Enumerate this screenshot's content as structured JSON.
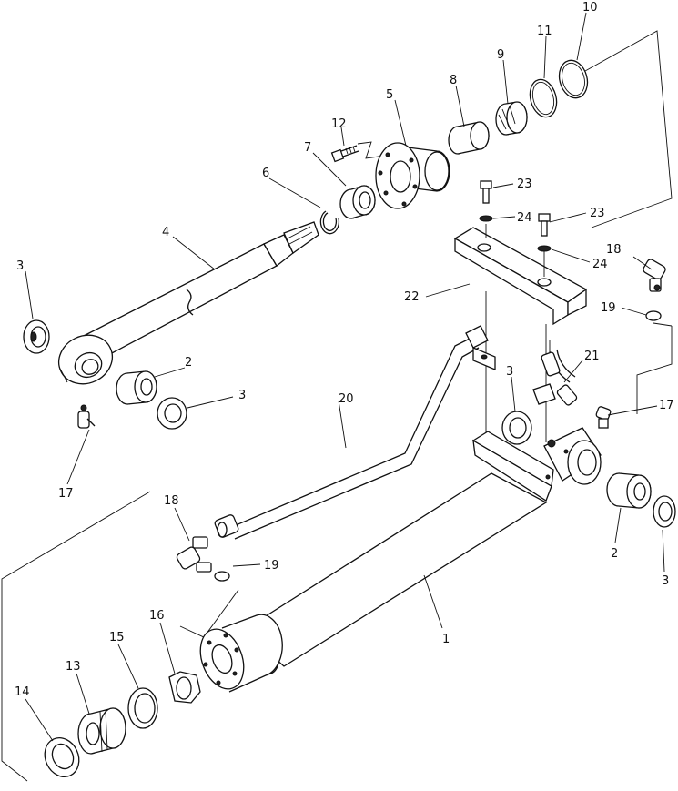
{
  "diagram": {
    "callouts": [
      {
        "id": "c1",
        "text": "1"
      },
      {
        "id": "c2a",
        "text": "2"
      },
      {
        "id": "c2b",
        "text": "2"
      },
      {
        "id": "c3a",
        "text": "3"
      },
      {
        "id": "c3b",
        "text": "3"
      },
      {
        "id": "c3c",
        "text": "3"
      },
      {
        "id": "c3d",
        "text": "3"
      },
      {
        "id": "c4",
        "text": "4"
      },
      {
        "id": "c5",
        "text": "5"
      },
      {
        "id": "c6",
        "text": "6"
      },
      {
        "id": "c7",
        "text": "7"
      },
      {
        "id": "c8",
        "text": "8"
      },
      {
        "id": "c9",
        "text": "9"
      },
      {
        "id": "c10",
        "text": "10"
      },
      {
        "id": "c11",
        "text": "11"
      },
      {
        "id": "c12",
        "text": "12"
      },
      {
        "id": "c13",
        "text": "13"
      },
      {
        "id": "c14",
        "text": "14"
      },
      {
        "id": "c15",
        "text": "15"
      },
      {
        "id": "c16",
        "text": "16"
      },
      {
        "id": "c17a",
        "text": "17"
      },
      {
        "id": "c17b",
        "text": "17"
      },
      {
        "id": "c18a",
        "text": "18"
      },
      {
        "id": "c18b",
        "text": "18"
      },
      {
        "id": "c19a",
        "text": "19"
      },
      {
        "id": "c19b",
        "text": "19"
      },
      {
        "id": "c20",
        "text": "20"
      },
      {
        "id": "c21",
        "text": "21"
      },
      {
        "id": "c22",
        "text": "22"
      },
      {
        "id": "c23a",
        "text": "23"
      },
      {
        "id": "c23b",
        "text": "23"
      },
      {
        "id": "c24a",
        "text": "24"
      },
      {
        "id": "c24b",
        "text": "24"
      }
    ]
  }
}
